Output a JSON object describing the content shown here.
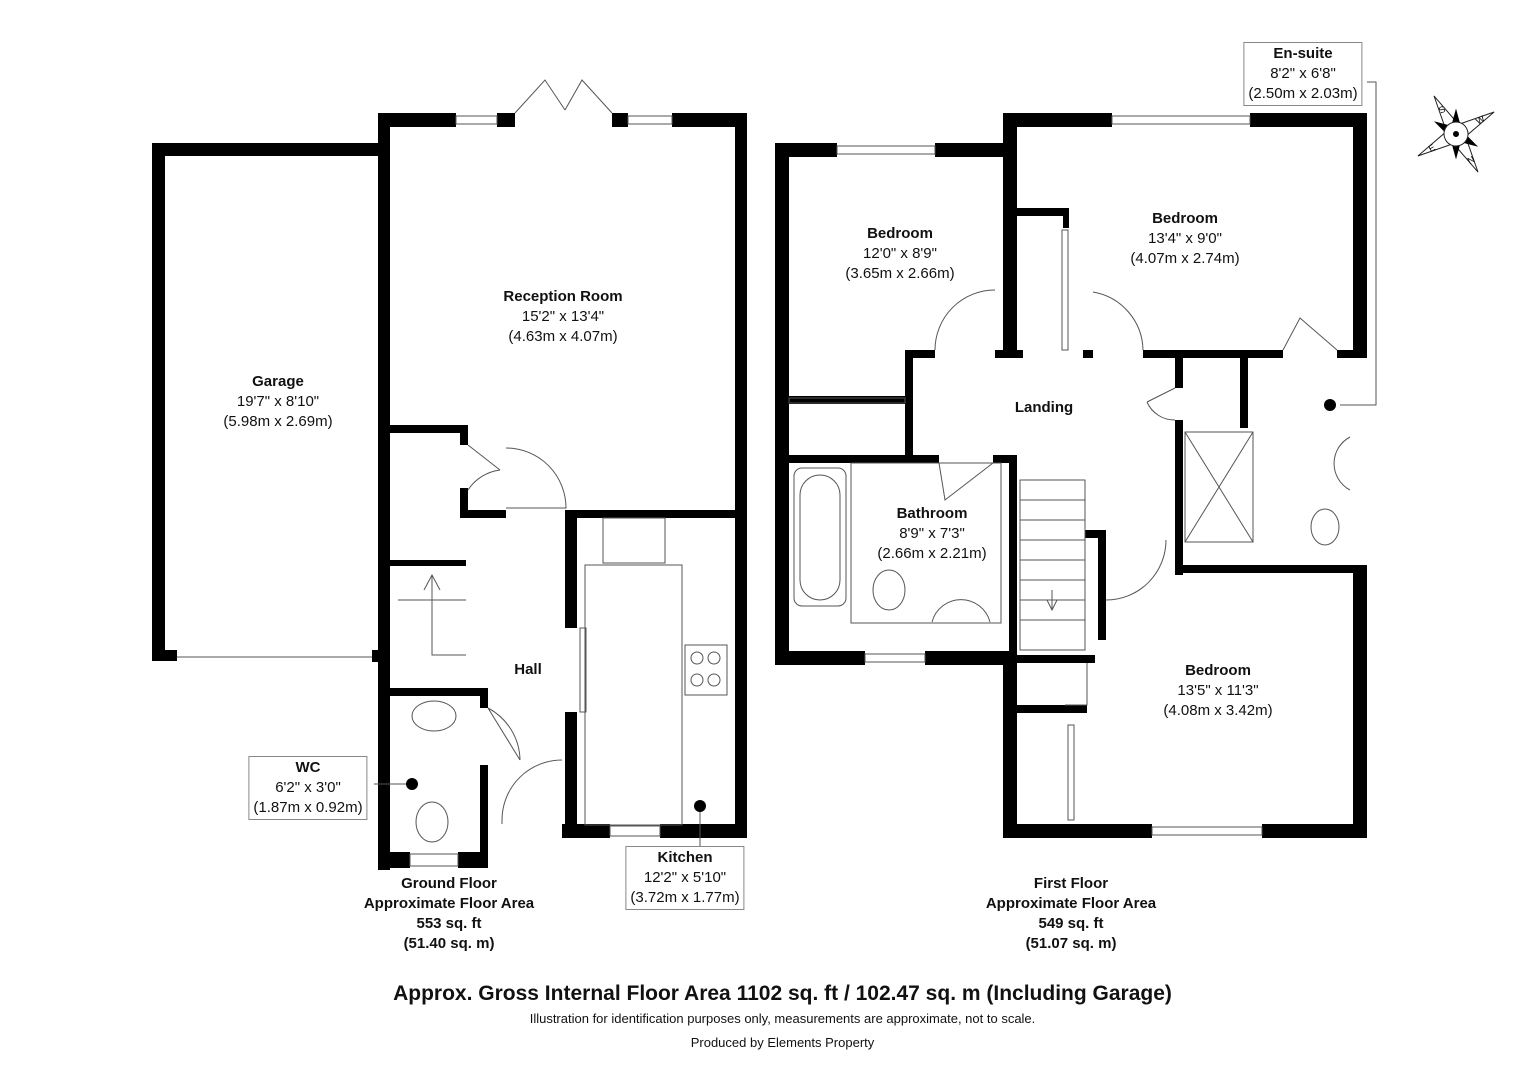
{
  "rooms": {
    "garage": {
      "name": "Garage",
      "imperial": "19'7\" x 8'10\"",
      "metric": "(5.98m x 2.69m)"
    },
    "reception": {
      "name": "Reception Room",
      "imperial": "15'2\" x 13'4\"",
      "metric": "(4.63m x 4.07m)"
    },
    "hall": {
      "name": "Hall"
    },
    "wc": {
      "name": "WC",
      "imperial": "6'2\" x 3'0\"",
      "metric": "(1.87m x 0.92m)"
    },
    "kitchen": {
      "name": "Kitchen",
      "imperial": "12'2\" x 5'10\"",
      "metric": "(3.72m x 1.77m)"
    },
    "bedroom1": {
      "name": "Bedroom",
      "imperial": "12'0\" x 8'9\"",
      "metric": "(3.65m x 2.66m)"
    },
    "bedroom2": {
      "name": "Bedroom",
      "imperial": "13'4\" x 9'0\"",
      "metric": "(4.07m x 2.74m)"
    },
    "ensuite": {
      "name": "En-suite",
      "imperial": "8'2\" x 6'8\"",
      "metric": "(2.50m x 2.03m)"
    },
    "landing": {
      "name": "Landing"
    },
    "bathroom": {
      "name": "Bathroom",
      "imperial": "8'9\" x 7'3\"",
      "metric": "(2.66m x 2.21m)"
    },
    "bedroom3": {
      "name": "Bedroom",
      "imperial": "13'5\" x 11'3\"",
      "metric": "(4.08m x 3.42m)"
    }
  },
  "floors": {
    "ground": {
      "name": "Ground Floor",
      "label": "Approximate Floor Area",
      "sqft": "553 sq. ft",
      "sqm": "(51.40 sq. m)"
    },
    "first": {
      "name": "First Floor",
      "label": "Approximate Floor Area",
      "sqft": "549 sq. ft",
      "sqm": "(51.07 sq. m)"
    }
  },
  "compass": {
    "letters": [
      "N",
      "E",
      "S",
      "W"
    ]
  },
  "footer": {
    "total": "Approx. Gross Internal Floor Area 1102 sq. ft / 102.47 sq. m (Including Garage)",
    "disclaimer": "Illustration for identification purposes only, measurements are approximate, not to scale.",
    "credit": "Produced by Elements Property"
  }
}
